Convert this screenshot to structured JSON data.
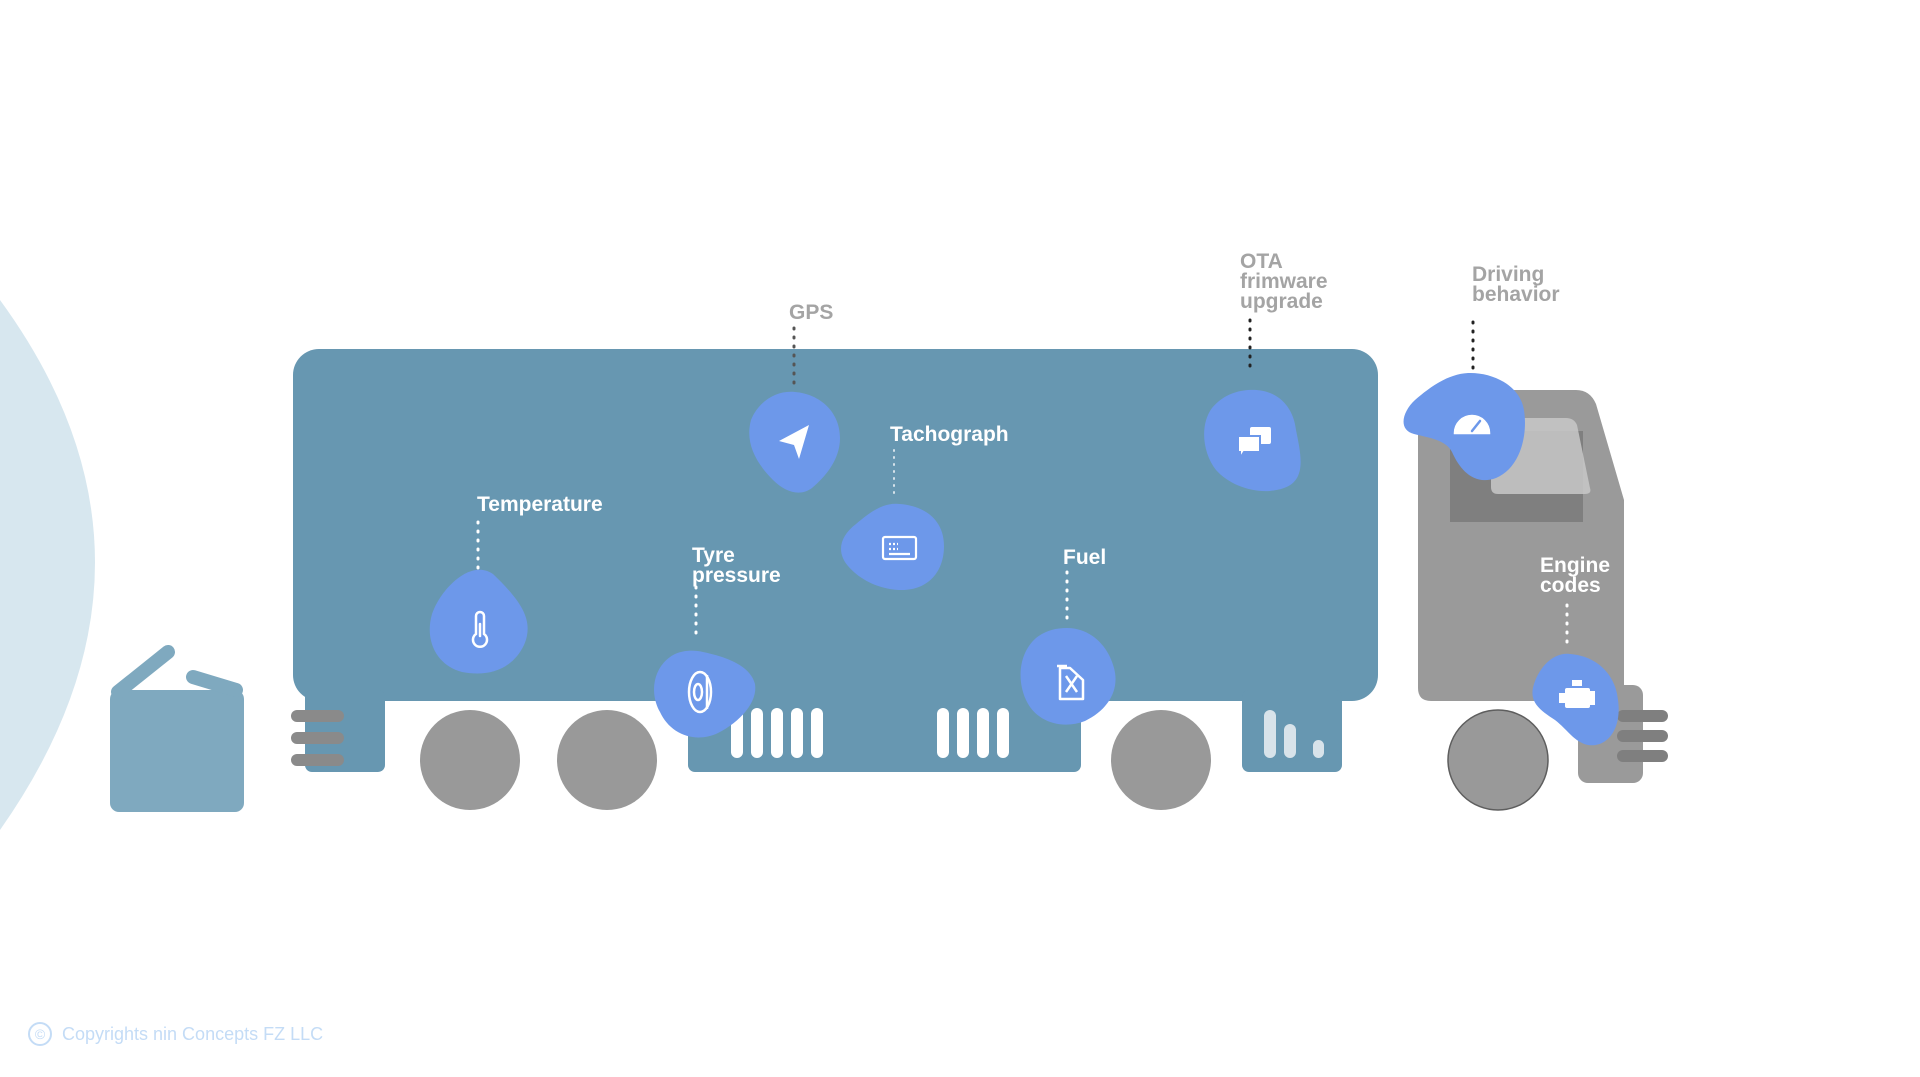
{
  "diagram": {
    "colors": {
      "trailer": "#6797b1",
      "cab": "#9a9a9a",
      "wheel": "#999999",
      "blob": "#6d98ea",
      "bin": "#7fa9bf",
      "arc": "#d7e7ef",
      "grill_dark": "#8a8a8a"
    },
    "features": [
      {
        "id": "temperature",
        "icon": "thermometer-icon",
        "label": [
          "Temperature"
        ]
      },
      {
        "id": "gps",
        "icon": "navigation-arrow-icon",
        "label": [
          "GPS"
        ]
      },
      {
        "id": "tyre",
        "icon": "tyre-icon",
        "label": [
          "Tyre",
          "pressure"
        ]
      },
      {
        "id": "tachograph",
        "icon": "card-reader-icon",
        "label": [
          "Tachograph"
        ]
      },
      {
        "id": "fuel",
        "icon": "fuel-can-icon",
        "label": [
          "Fuel"
        ]
      },
      {
        "id": "ota",
        "icon": "chat-bubbles-icon",
        "label": [
          "OTA",
          "frimware",
          "upgrade"
        ]
      },
      {
        "id": "driving",
        "icon": "speedometer-icon",
        "label": [
          "Driving",
          "behavior"
        ]
      },
      {
        "id": "engine",
        "icon": "engine-icon",
        "label": [
          "Engine",
          "codes"
        ]
      }
    ]
  },
  "footer": {
    "copyright_icon": "copyright-icon",
    "copyright_text": "Copyrights nin Concepts FZ LLC"
  }
}
